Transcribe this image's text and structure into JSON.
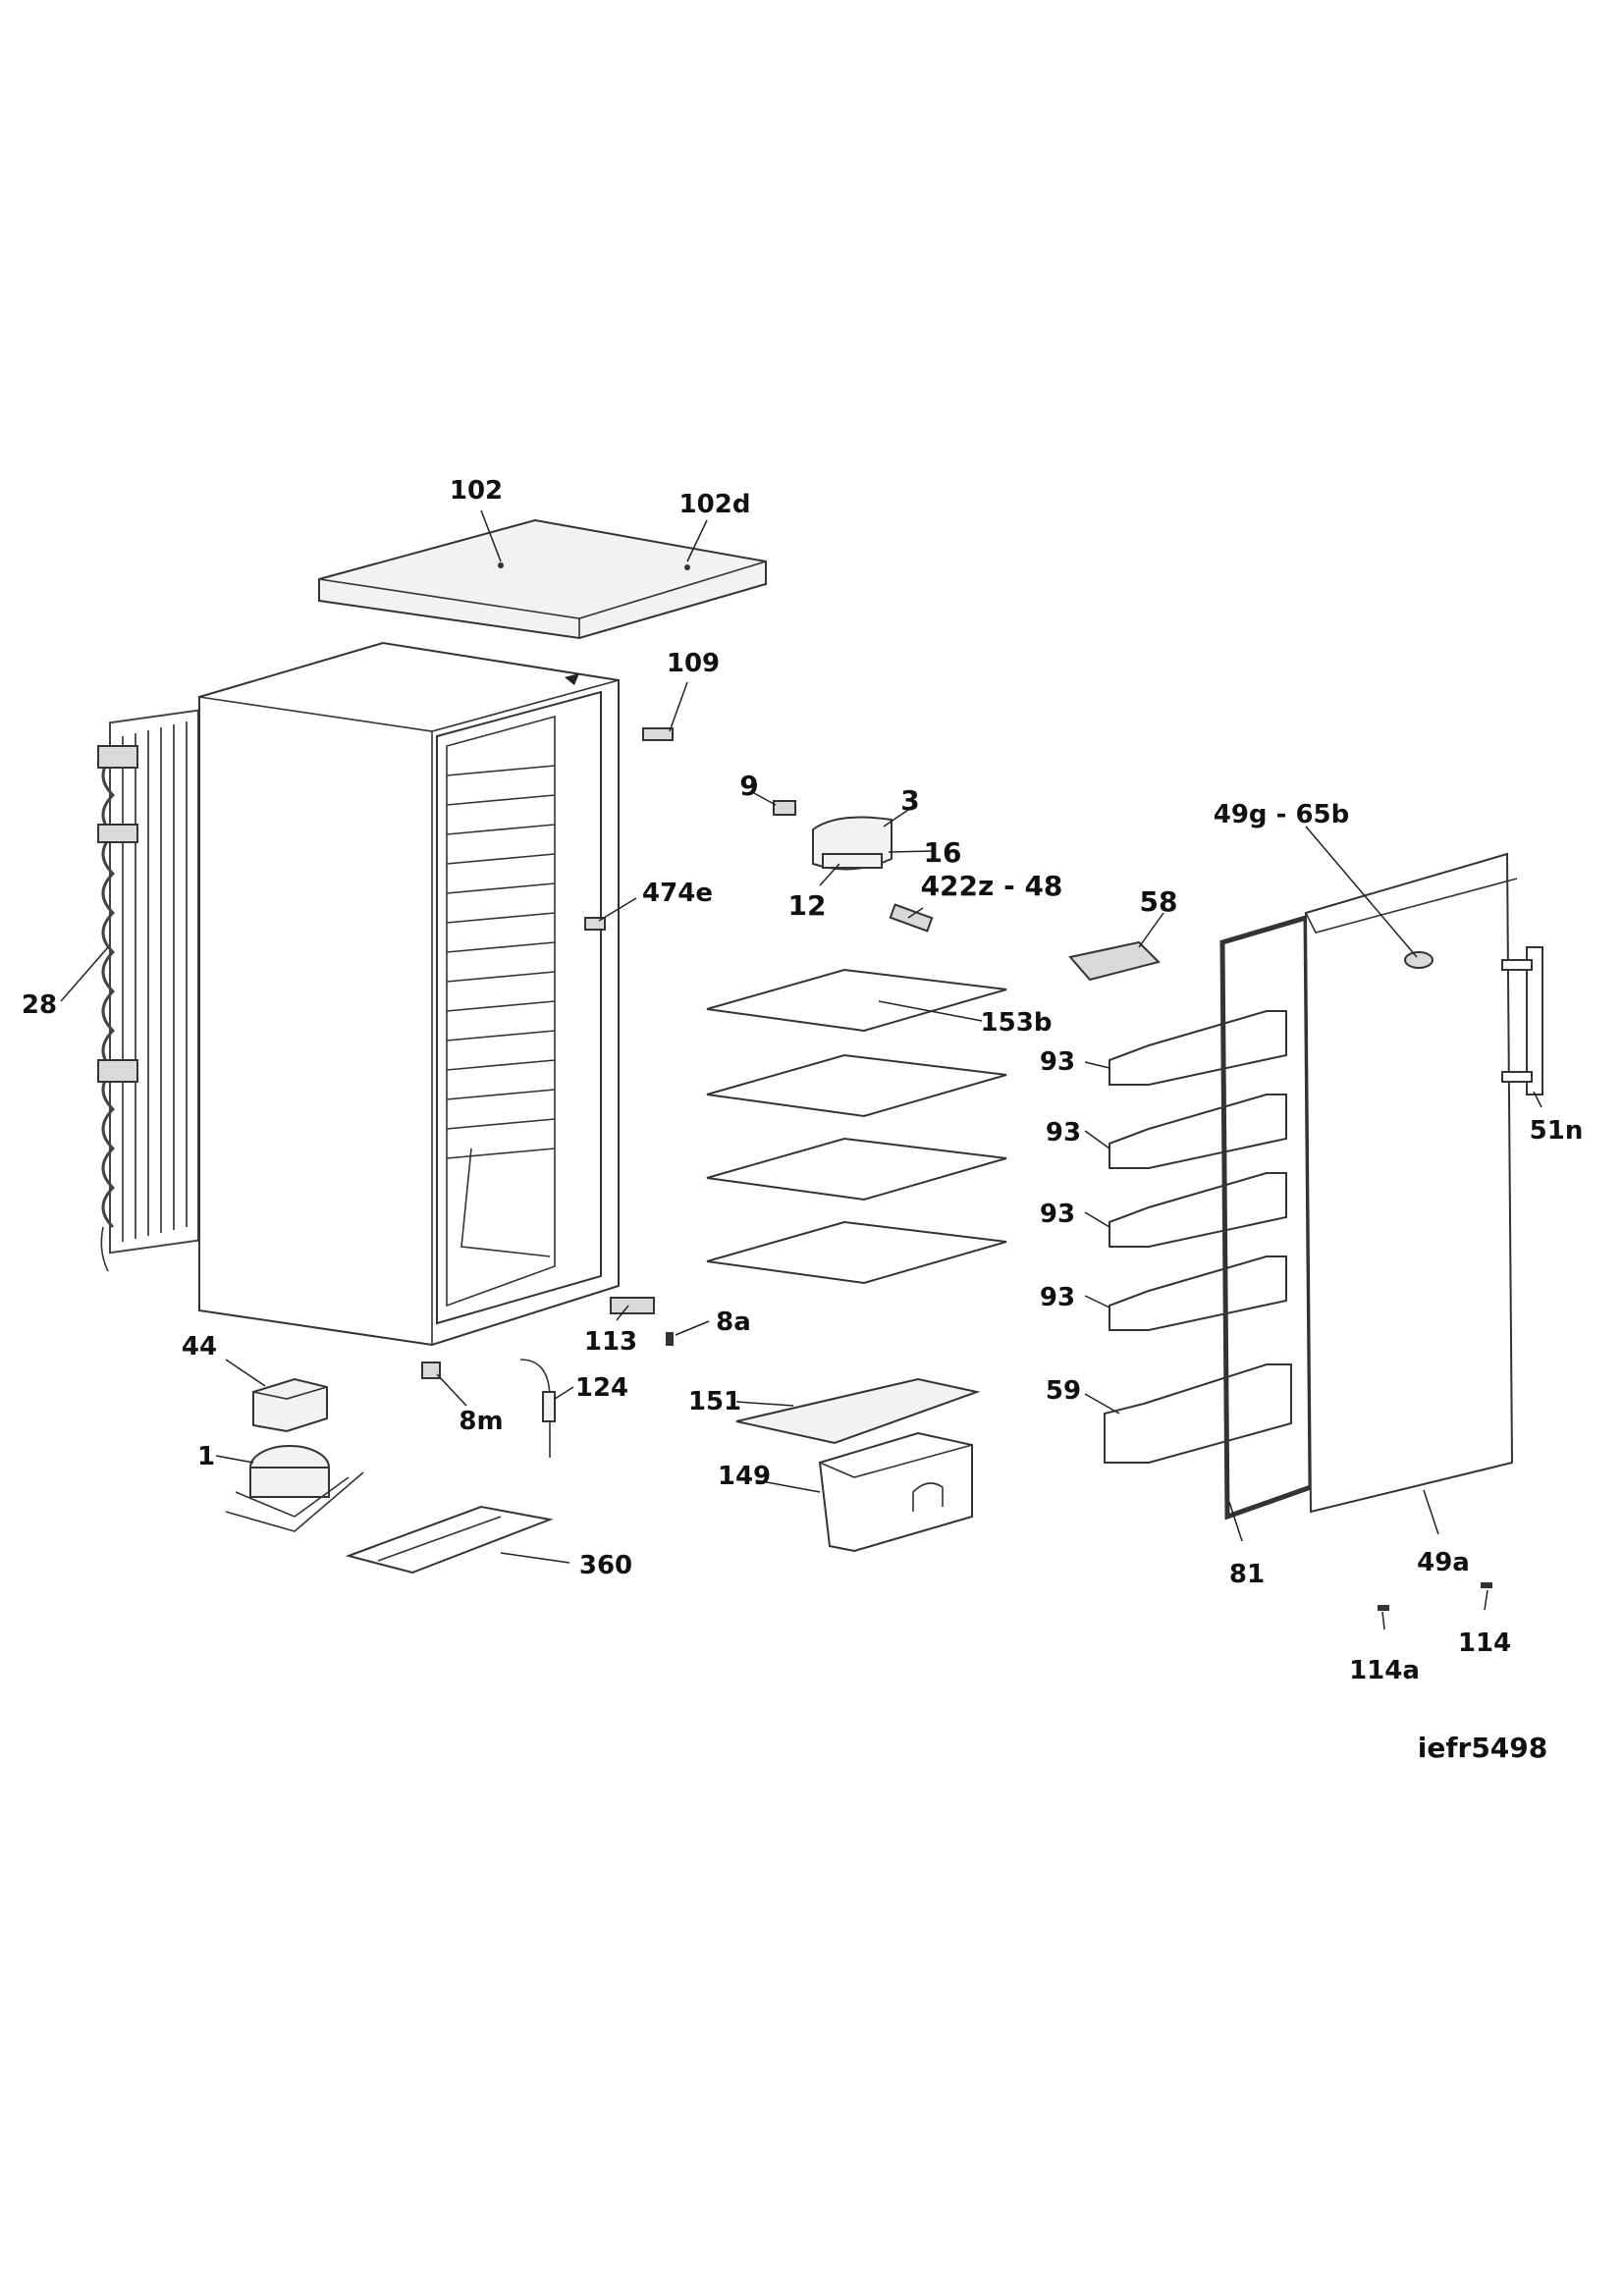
{
  "labels": {
    "l102": "102",
    "l102d": "102d",
    "l109": "109",
    "l9": "9",
    "l3": "3",
    "l16": "16",
    "l12": "12",
    "l422z48": "422z - 48",
    "l474e": "474e",
    "l58": "58",
    "l49g65b": "49g - 65b",
    "l28": "28",
    "l153b": "153b",
    "l93a": "93",
    "l93b": "93",
    "l93c": "93",
    "l93d": "93",
    "l51n": "51n",
    "l113": "113",
    "l8a": "8a",
    "l44": "44",
    "l8m": "8m",
    "l124": "124",
    "l151": "151",
    "l59": "59",
    "l1": "1",
    "l149": "149",
    "l360": "360",
    "l81": "81",
    "l49a": "49a",
    "l114": "114",
    "l114a": "114a",
    "drawing_code": "iefr5498"
  }
}
